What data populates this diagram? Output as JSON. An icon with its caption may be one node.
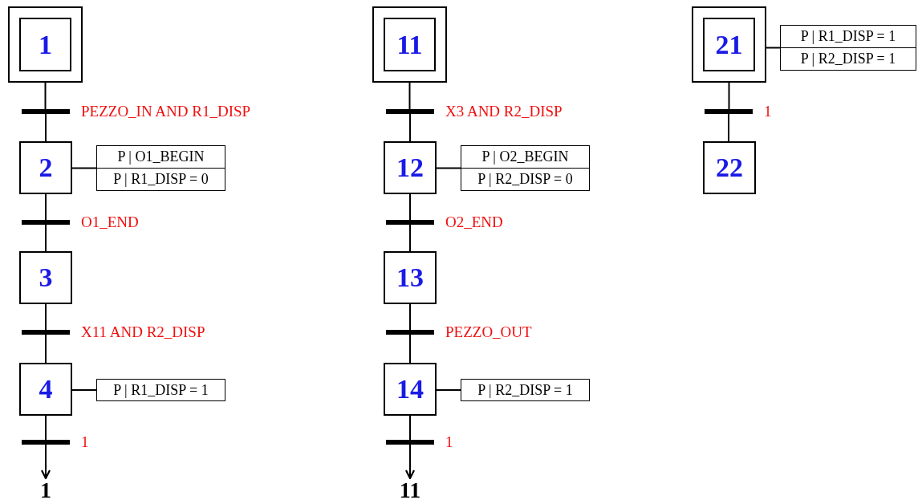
{
  "diagram": {
    "nodes": [
      {
        "text": [
          "1"
        ]
      },
      {
        "text": [],
        "shape": "bar",
        "beside": [
          "PEZZO_IN AND R1_DISP"
        ]
      },
      {
        "text": [
          "2"
        ]
      },
      {
        "text": [
          "P | O1_BEGIN",
          "P | R1_DISP = 0"
        ]
      },
      {
        "text": [],
        "shape": "bar",
        "beside": [
          "O1_END"
        ]
      },
      {
        "text": [
          "3"
        ]
      },
      {
        "text": [],
        "shape": "bar",
        "beside": [
          "X11 AND R2_DISP"
        ]
      },
      {
        "text": [
          "4"
        ]
      },
      {
        "text": [
          "P | R1_DISP = 1"
        ]
      },
      {
        "text": [],
        "shape": "bar",
        "beside": [
          "1"
        ]
      },
      {
        "text": [
          "1"
        ]
      },
      {
        "text": [
          "11"
        ]
      },
      {
        "text": [],
        "shape": "bar",
        "beside": [
          "X3 AND R2_DISP"
        ]
      },
      {
        "text": [
          "12"
        ]
      },
      {
        "text": [
          "P | O2_BEGIN",
          "P | R2_DISP = 0"
        ]
      },
      {
        "text": [],
        "shape": "bar",
        "beside": [
          "O2_END"
        ]
      },
      {
        "text": [
          "13"
        ]
      },
      {
        "text": [],
        "shape": "bar",
        "beside": [
          "PEZZO_OUT"
        ]
      },
      {
        "text": [
          "14"
        ]
      },
      {
        "text": [
          "P | R2_DISP = 1"
        ]
      },
      {
        "text": [],
        "shape": "bar",
        "beside": [
          "1"
        ]
      },
      {
        "text": [
          "11"
        ]
      },
      {
        "text": [
          "21"
        ]
      },
      {
        "text": [
          "P | R1_DISP = 1",
          "P | R2_DISP = 1"
        ]
      },
      {
        "text": [],
        "shape": "bar",
        "beside": [
          "1"
        ]
      },
      {
        "text": [
          "22"
        ]
      }
    ],
    "edges": [
      {
        "from": 0,
        "to": 1,
        "arrow": "none"
      },
      {
        "from": 1,
        "to": 2,
        "arrow": "none"
      },
      {
        "from": 2,
        "to": 3,
        "arrow": "none"
      },
      {
        "from": 2,
        "to": 4,
        "arrow": "none"
      },
      {
        "from": 4,
        "to": 5,
        "arrow": "none"
      },
      {
        "from": 5,
        "to": 6,
        "arrow": "none"
      },
      {
        "from": 6,
        "to": 7,
        "arrow": "none"
      },
      {
        "from": 7,
        "to": 8,
        "arrow": "none"
      },
      {
        "from": 7,
        "to": 9,
        "arrow": "none"
      },
      {
        "from": 9,
        "to": 10,
        "arrow": "to"
      },
      {
        "from": 11,
        "to": 12,
        "arrow": "none"
      },
      {
        "from": 12,
        "to": 13,
        "arrow": "none"
      },
      {
        "from": 13,
        "to": 14,
        "arrow": "none"
      },
      {
        "from": 13,
        "to": 15,
        "arrow": "none"
      },
      {
        "from": 15,
        "to": 16,
        "arrow": "none"
      },
      {
        "from": 16,
        "to": 17,
        "arrow": "none"
      },
      {
        "from": 17,
        "to": 18,
        "arrow": "none"
      },
      {
        "from": 18,
        "to": 19,
        "arrow": "none"
      },
      {
        "from": 18,
        "to": 20,
        "arrow": "none"
      },
      {
        "from": 20,
        "to": 21,
        "arrow": "to"
      },
      {
        "from": 22,
        "to": 23,
        "arrow": "none"
      },
      {
        "from": 22,
        "to": 24,
        "arrow": "none"
      },
      {
        "from": 24,
        "to": 25,
        "arrow": "none"
      }
    ]
  }
}
